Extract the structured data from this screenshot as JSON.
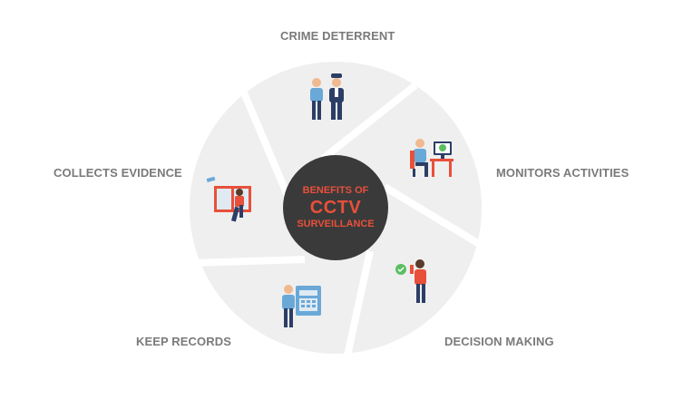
{
  "center": {
    "line1": "BENEFITS OF",
    "line2": "CCTV",
    "line3": "SURVEILLANCE"
  },
  "segments": [
    {
      "id": "crime",
      "label": "CRIME DETERRENT",
      "icon": "police-officer-icon"
    },
    {
      "id": "monitor",
      "label": "MONITORS ACTIVITIES",
      "icon": "person-at-computer-icon"
    },
    {
      "id": "decision",
      "label": "DECISION MAKING",
      "icon": "person-thinking-icon"
    },
    {
      "id": "records",
      "label": "KEEP RECORDS",
      "icon": "person-with-document-icon"
    },
    {
      "id": "evidence",
      "label": "COLLECTS EVIDENCE",
      "icon": "burglar-window-icon"
    }
  ],
  "colors": {
    "segment": "#efefef",
    "center": "#3a3a3a",
    "center_text": "#e8503a",
    "label": "#7a7a7a",
    "accent_blue": "#6aa8d8",
    "accent_red": "#e8503a",
    "navy": "#2c3e66"
  }
}
